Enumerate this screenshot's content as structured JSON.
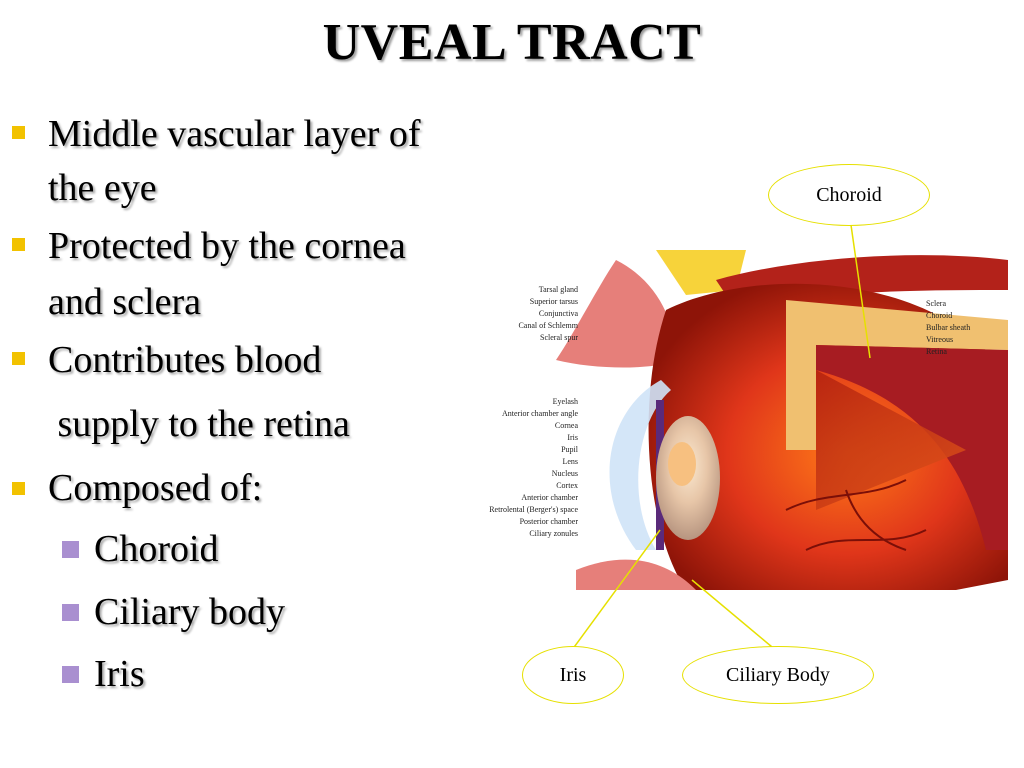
{
  "slide": {
    "title": "UVEAL TRACT",
    "bullets": [
      {
        "line1": "Middle vascular layer of",
        "line2": "the eye"
      },
      {
        "line1": "Protected by the cornea",
        "line2": "and sclera"
      },
      {
        "line1": "Contributes blood",
        "line2": " supply to the retina"
      },
      {
        "line1": "Composed of:"
      }
    ],
    "sub_bullets": [
      "Choroid",
      "Ciliary body",
      "Iris"
    ]
  },
  "figure": {
    "callouts": {
      "choroid": "Choroid",
      "iris": "Iris",
      "ciliary_body": "Ciliary Body"
    },
    "labels_left": [
      "Tarsal gland",
      "Superior tarsus",
      "Conjunctiva",
      "Canal of Schlemm",
      "Scleral spur",
      "Eyelash",
      "Anterior chamber angle",
      "Cornea",
      "Iris",
      "Pupil",
      "Lens",
      "Nucleus",
      "Cortex",
      "Anterior chamber",
      "Retrolental (Berger's) space",
      "Posterior chamber",
      "Ciliary zonules"
    ],
    "labels_right": [
      "Sclera",
      "Choroid",
      "Bulbar sheath",
      "Vitreous",
      "Retina"
    ],
    "colors": {
      "bullet": "#f2c200",
      "sub_bullet": "#a98fd0",
      "callout_border": "#e6e000"
    }
  }
}
